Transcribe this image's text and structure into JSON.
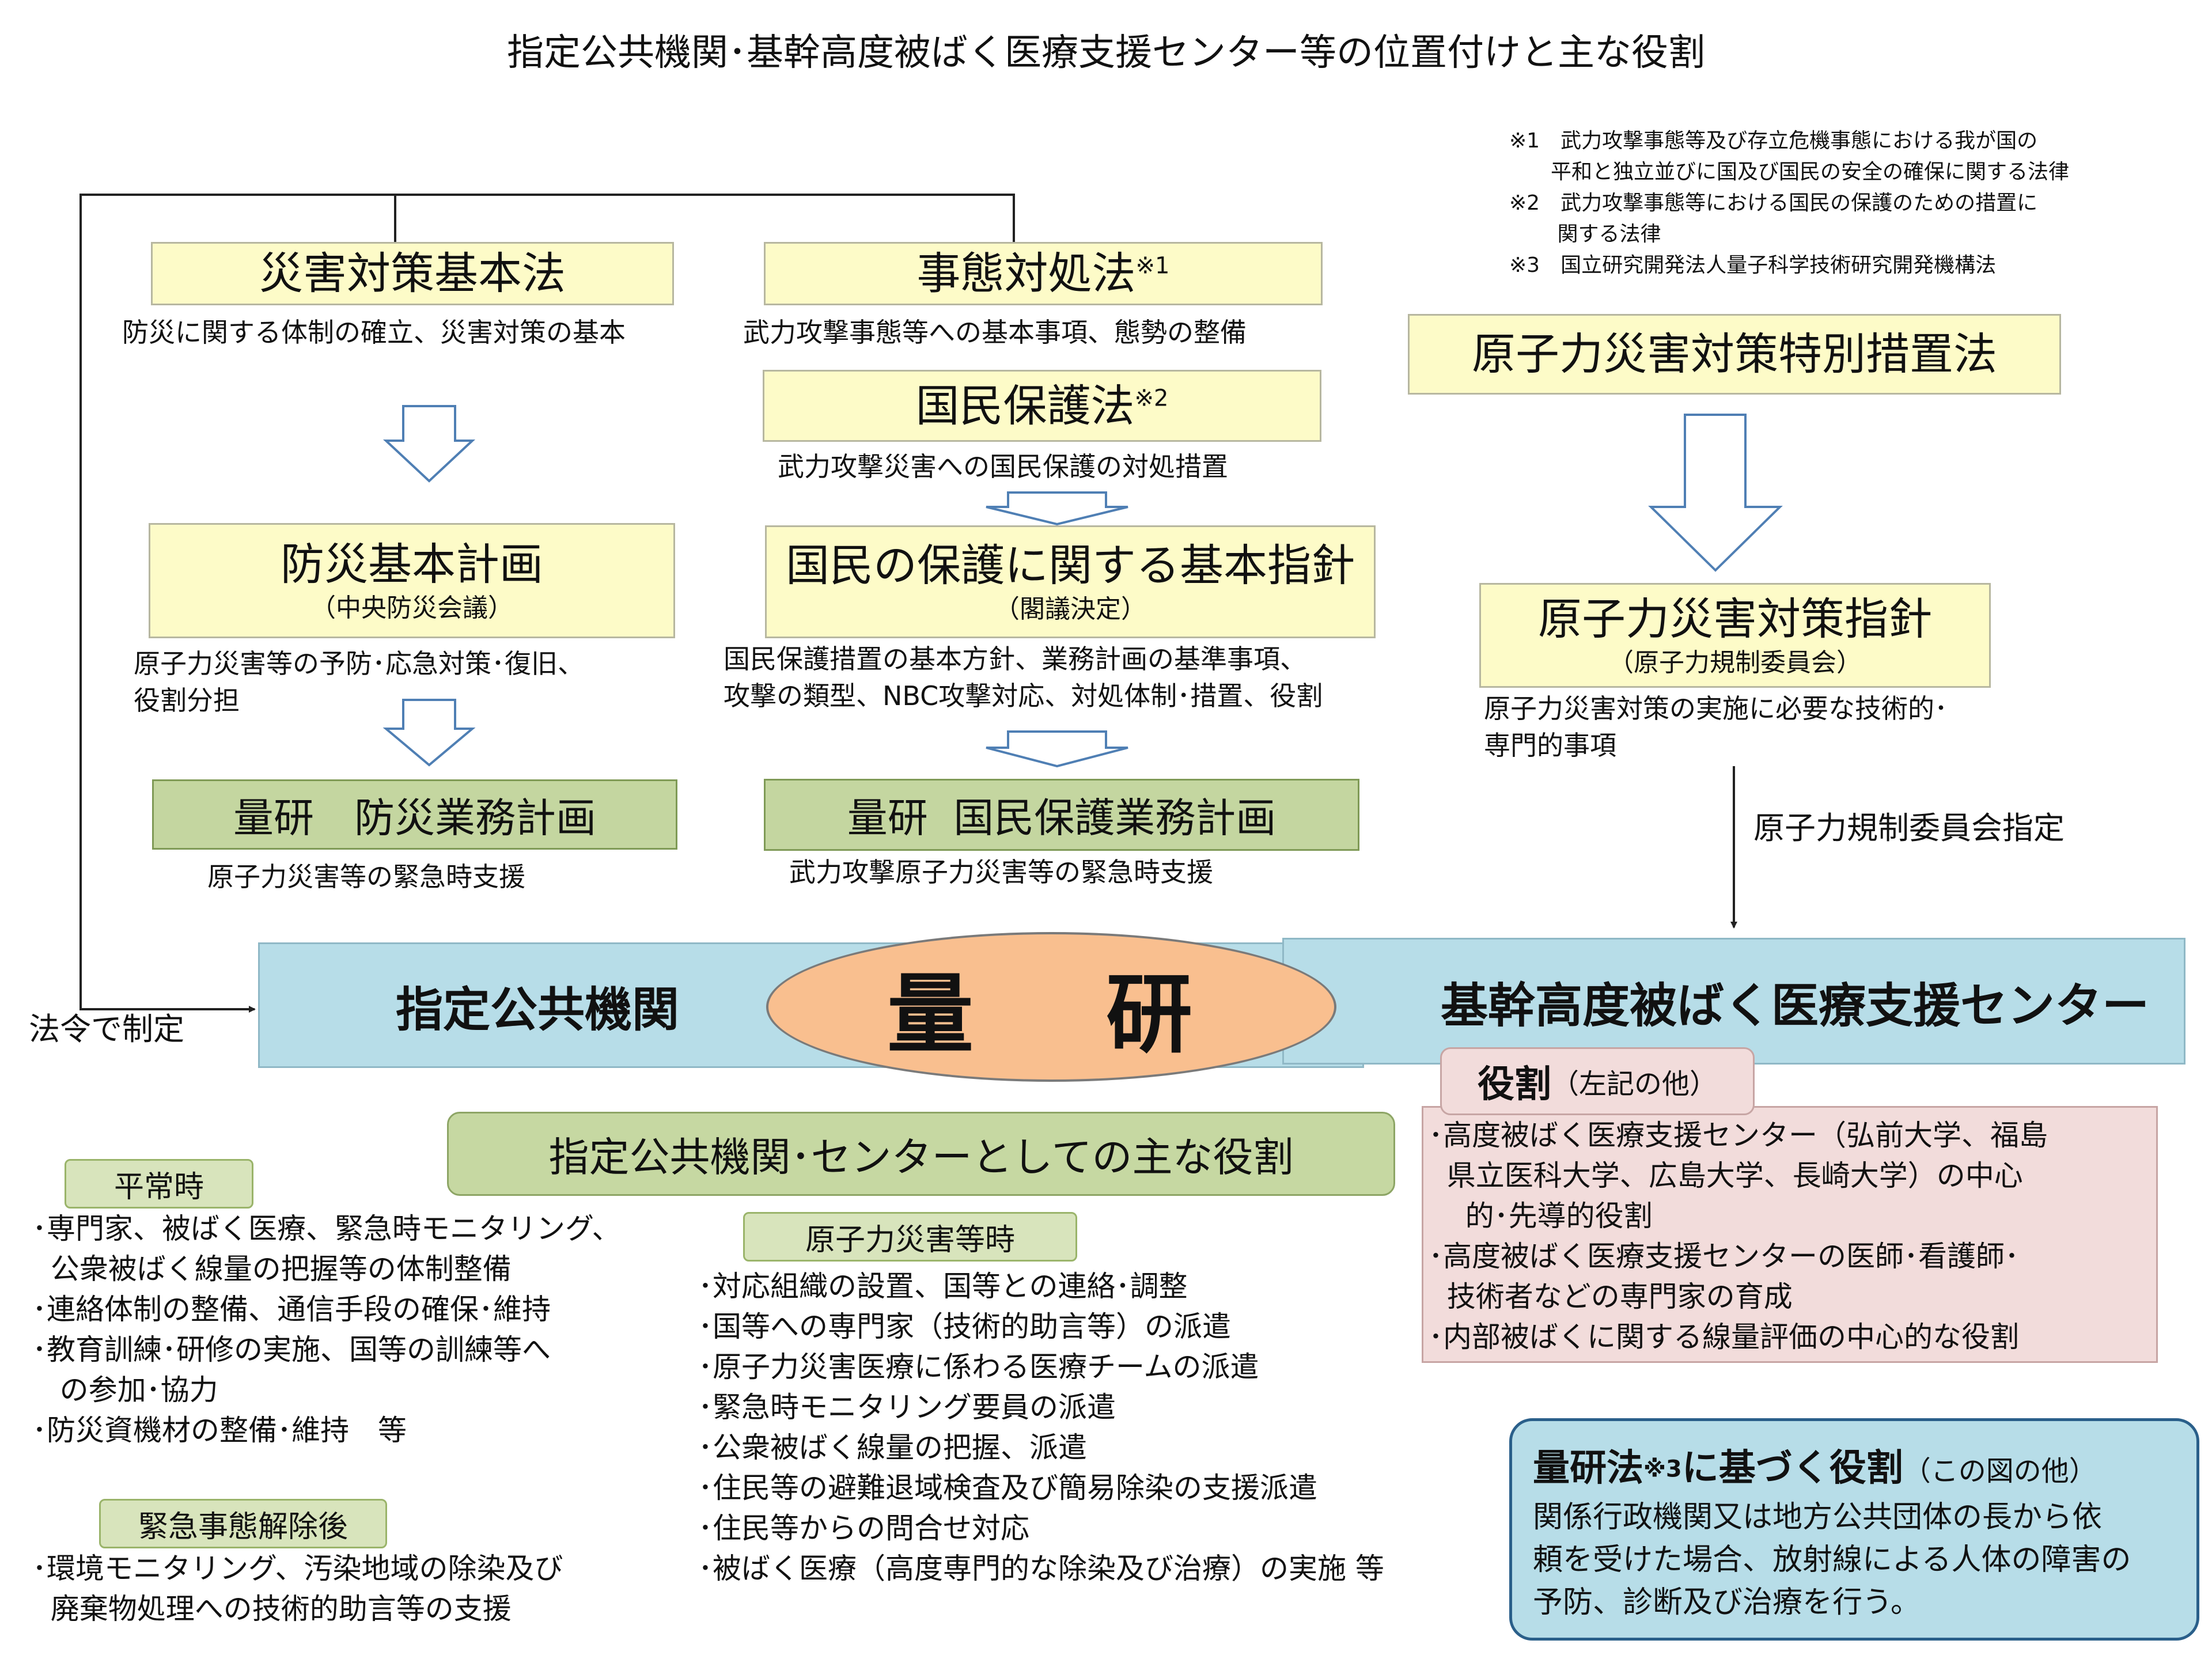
{
  "title": "指定公共機関･基幹高度被ばく医療支援センター等の位置付けと主な役割",
  "notes": {
    "n1a": "※1　武力攻撃事態等及び存立危機事態における我が国の",
    "n1b": "　　平和と独立並びに国及び国民の安全の確保に関する法律",
    "n2a": "※2　武力攻撃事態等における国民の保護のための措置に",
    "n2b": "　　 関する法律",
    "n3": "※3　国立研究開発法人量子科学技術研究開発機構法"
  },
  "col1": {
    "law": "災害対策基本法",
    "law_desc": "防災に関する体制の確立、災害対策の基本",
    "plan": "防災基本計画",
    "plan_sub": "（中央防災会議）",
    "plan_desc": "原子力災害等の予防･応急対策･復旧、\n役割分担",
    "biz": "量研　防災業務計画",
    "biz_desc": "原子力災害等の緊急時支援"
  },
  "col2": {
    "law1": "事態対処法",
    "law1_mark": "※1",
    "law1_desc": "武力攻撃事態等への基本事項、態勢の整備",
    "law2": "国民保護法",
    "law2_mark": "※2",
    "law2_desc": "武力攻撃災害への国民保護の対処措置",
    "guide": "国民の保護に関する基本指針",
    "guide_sub": "（閣議決定）",
    "guide_desc": "国民保護措置の基本方針、業務計画の基準事項、\n攻撃の類型、NBC攻撃対応、対処体制･措置、役割",
    "biz": "量研  国民保護業務計画",
    "biz_desc": "武力攻撃原子力災害等の緊急時支援"
  },
  "col3": {
    "law": "原子力災害対策特別措置法",
    "guide": "原子力災害対策指針",
    "guide_sub": "（原子力規制委員会）",
    "guide_desc": "原子力災害対策の実施に必要な技術的･\n専門的事項",
    "designation": "原子力規制委員会指定"
  },
  "center": {
    "left_label": "指定公共機関",
    "main": "量　研",
    "right_label": "基幹高度被ばく医療支援センター",
    "enact_label": "法令で制定"
  },
  "roles": {
    "heading": "指定公共機関･センターとしての主な役割",
    "normal_tag": "平常時",
    "normal_list": "･専門家、被ばく医療、緊急時モニタリング、\n  公衆被ばく線量の把握等の体制整備\n･連絡体制の整備、通信手段の確保･維持\n･教育訓練･研修の実施、国等の訓練等へ\n   の参加･協力\n･防災資機材の整備･維持　等",
    "after_tag": "緊急事態解除後",
    "after_list": "･環境モニタリング、汚染地域の除染及び\n  廃棄物処理への技術的助言等の支援",
    "disaster_tag": "原子力災害等時",
    "disaster_list": "･対応組織の設置、国等との連絡･調整\n･国等への専門家（技術的助言等）の派遣\n･原子力災害医療に係わる医療チームの派遣\n･緊急時モニタリング要員の派遣\n･公衆被ばく線量の把握、派遣\n･住民等の避難退域検査及び簡易除染の支援派遣\n･住民等からの問合せ対応\n･被ばく医療（高度専門的な除染及び治療）の実施 等"
  },
  "center_role": {
    "title": "役割",
    "title_suffix": "（左記の他）",
    "list": "･高度被ばく医療支援センター（弘前大学、福島\n  県立医科大学、広島大学、長崎大学）の中心\n    的･先導的役割\n･高度被ばく医療支援センターの医師･看護師･\n  技術者などの専門家の育成\n･内部被ばくに関する線量評価の中心的な役割"
  },
  "qst_law": {
    "title": "量研法",
    "mark": "※3",
    "title2": "に基づく役割",
    "suffix": "（この図の他）",
    "body": "関係行政機関又は地方公共団体の長から依\n頼を受けた場合、放射線による人体の障害の\n予防、診断及び治療を行う。"
  },
  "colors": {
    "yellow_box": "#fdfbc8",
    "green_box": "#c4d6a0",
    "blue_band": "#b7dde8",
    "orange_ellipse": "#f9bf8f",
    "pink_panel": "#f2dcdb"
  }
}
